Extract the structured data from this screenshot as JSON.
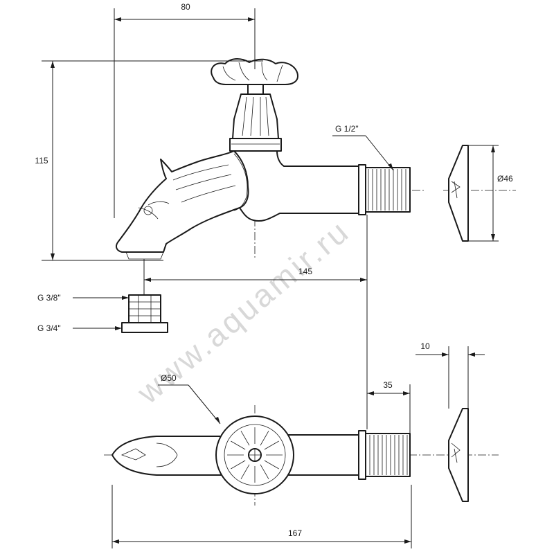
{
  "watermark": "www.aquamir.ru",
  "dimensions": {
    "top_width": "80",
    "height": "115",
    "spout_to_thread": "145",
    "total_length": "167",
    "thread_length": "35",
    "flange_thickness": "10"
  },
  "labels": {
    "inlet_thread": "G 1/2\"",
    "outlet_thread_small": "G 3/8\"",
    "outlet_thread_large": "G 3/4\"",
    "flange_diameter": "Ø46",
    "handle_diameter": "Ø50"
  },
  "colors": {
    "line": "#1a1a1a",
    "watermark": "#d8d8d8",
    "background": "#ffffff"
  }
}
